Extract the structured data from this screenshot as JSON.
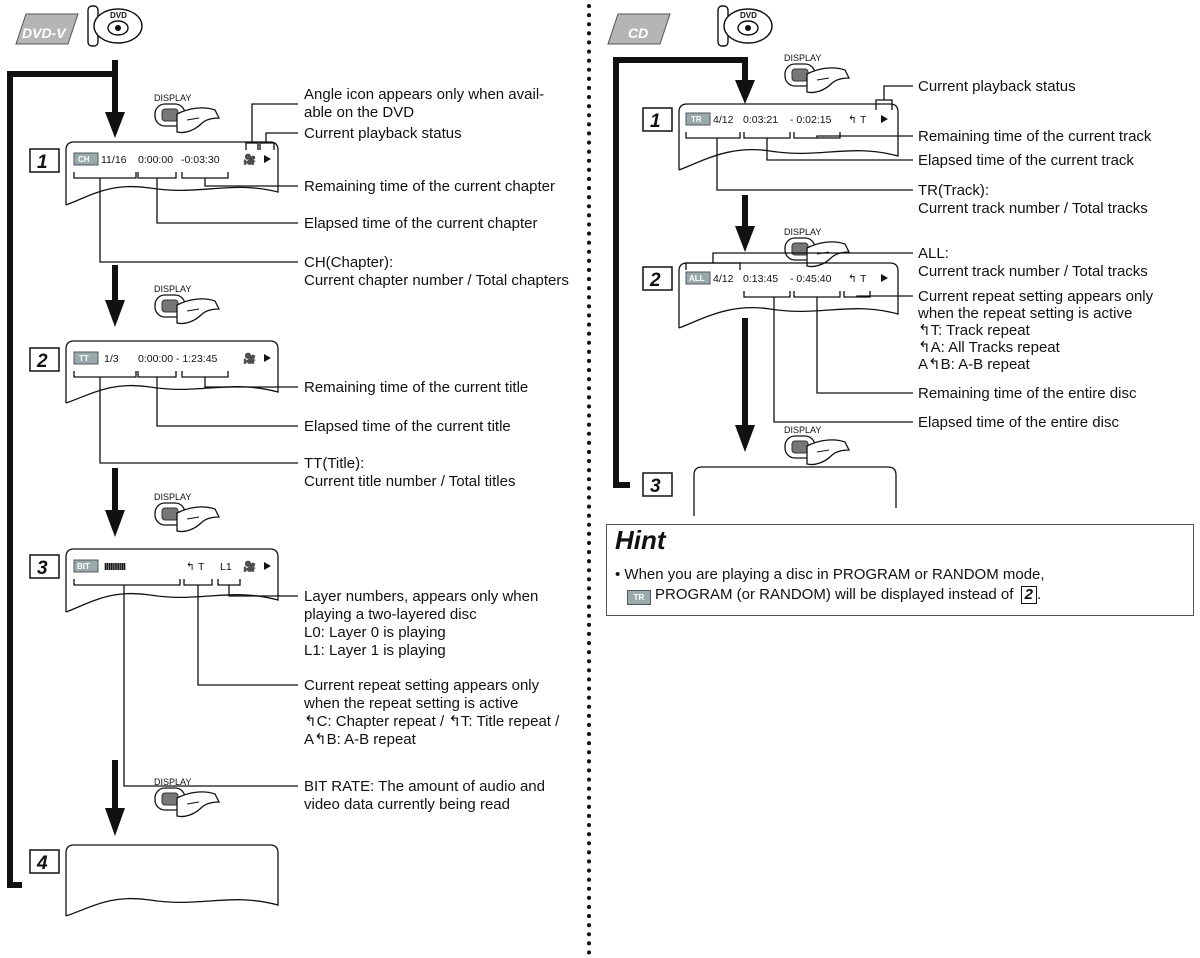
{
  "dvd": {
    "logo": "DVD-V",
    "disc_badge": "DVD",
    "display_label": "DISPLAY",
    "steps": [
      "1",
      "2",
      "3",
      "4"
    ],
    "osd1": {
      "badge": "CH",
      "chapter": "11/16",
      "elapsed": "0:00:00",
      "remaining": "-0:03:30"
    },
    "osd2": {
      "badge": "TT",
      "title": "1/3",
      "times": "0:00:00 - 1:23:45"
    },
    "osd3": {
      "badge": "BIT",
      "bitrate": "IIIIIIIIIII",
      "repeat": "T",
      "layer": "L1"
    },
    "annotations": {
      "angle_1": "Angle icon appears only when avail-",
      "angle_2": "able on the DVD",
      "status": "Current playback status",
      "rem_chapter": "Remaining time of the current chapter",
      "el_chapter": "Elapsed time of the current chapter",
      "ch_1": "CH(Chapter):",
      "ch_2": "Current chapter number / Total chapters",
      "rem_title": "Remaining time of the current title",
      "el_title": "Elapsed time of the current title",
      "tt_1": "TT(Title):",
      "tt_2": "Current title number / Total titles",
      "layer_1": "Layer numbers, appears only when",
      "layer_2": "playing a two-layered disc",
      "layer_3": "L0: Layer 0 is playing",
      "layer_4": "L1: Layer 1 is playing",
      "rep_1": "Current repeat setting appears only",
      "rep_2": "when the repeat setting is active",
      "rep_3": "C: Chapter repeat /",
      "rep_3b": "T: Title repeat /",
      "rep_4": "B: A-B repeat",
      "bit_1": "BIT RATE: The amount of audio and",
      "bit_2": "video data currently being read"
    }
  },
  "cd": {
    "logo": "CD",
    "disc_badge": "DVD",
    "display_label": "DISPLAY",
    "steps": [
      "1",
      "2",
      "3"
    ],
    "osd1": {
      "badge": "TR",
      "track": "4/12",
      "elapsed": "0:03:21",
      "remaining": "- 0:02:15",
      "repeat": "T"
    },
    "osd2": {
      "badge": "ALL",
      "track": "4/12",
      "elapsed": "0:13:45",
      "remaining": "- 0:45:40",
      "repeat": "T"
    },
    "annotations": {
      "status": "Current playback status",
      "rem_track": "Remaining time of the current track",
      "el_track": "Elapsed time of the current track",
      "tr_1": "TR(Track):",
      "tr_2": "Current track number / Total tracks",
      "all_1": "ALL:",
      "all_2": "Current track number / Total tracks",
      "rep_1": "Current repeat setting appears only",
      "rep_2": "when the repeat setting is active",
      "rep_3": "T: Track repeat",
      "rep_4": "A: All Tracks repeat",
      "rep_5": "B: A-B repeat",
      "rem_disc": "Remaining time of the entire disc",
      "el_disc": "Elapsed time of the entire disc"
    }
  },
  "hint": {
    "title": "Hint",
    "text_1": "• When you are playing a disc in PROGRAM or RANDOM  mode,",
    "badge": "TR",
    "text_2": "PROGRAM (or RANDOM) will be displayed instead of",
    "ref_step": "2",
    "text_end": "."
  }
}
